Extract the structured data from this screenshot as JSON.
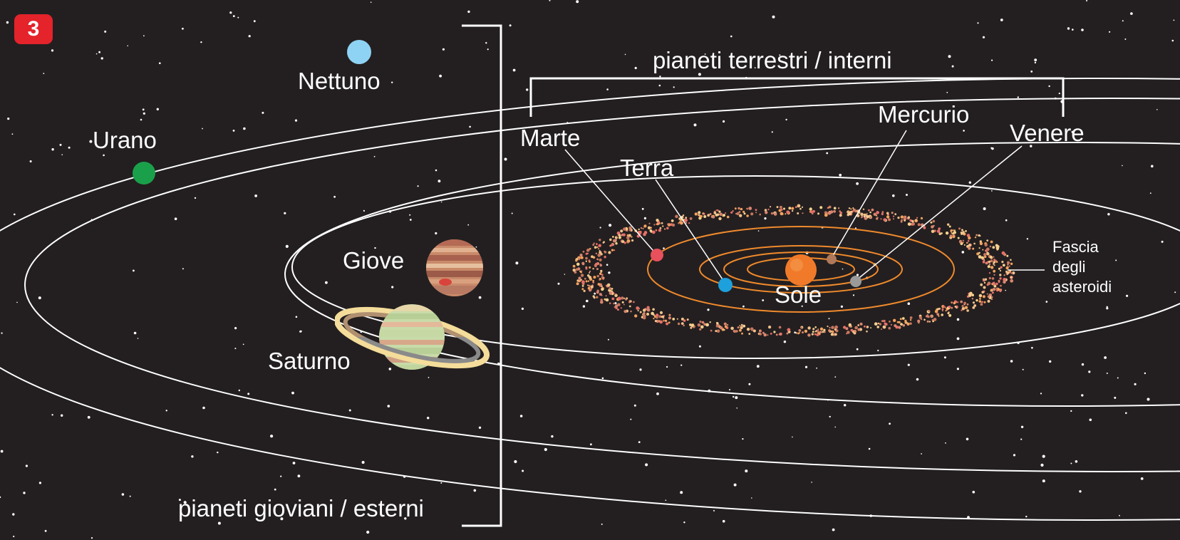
{
  "badge": "3",
  "planets": {
    "nettuno": "Nettuno",
    "urano": "Urano",
    "giove": "Giove",
    "saturno": "Saturno",
    "marte": "Marte",
    "terra": "Terra",
    "mercurio": "Mercurio",
    "venere": "Venere",
    "sole": "Sole"
  },
  "asteroid_belt": [
    "Fascia",
    "degli",
    "asteroidi"
  ],
  "groups": {
    "inner": "pianeti terrestri / interni",
    "outer": "pianeti gioviani / esterni"
  },
  "colors": {
    "background": "#231f20",
    "orbit": "#ffffff",
    "inner_orbit": "#f08a2c",
    "sun": "#f07a2a",
    "nettuno": "#8fd3f4",
    "urano": "#1aa04a",
    "marte": "#e8505b",
    "terra": "#1ea0dc",
    "mercurio": "#b07a5a",
    "venere": "#9a9a9a",
    "badge": "#e4232b"
  }
}
